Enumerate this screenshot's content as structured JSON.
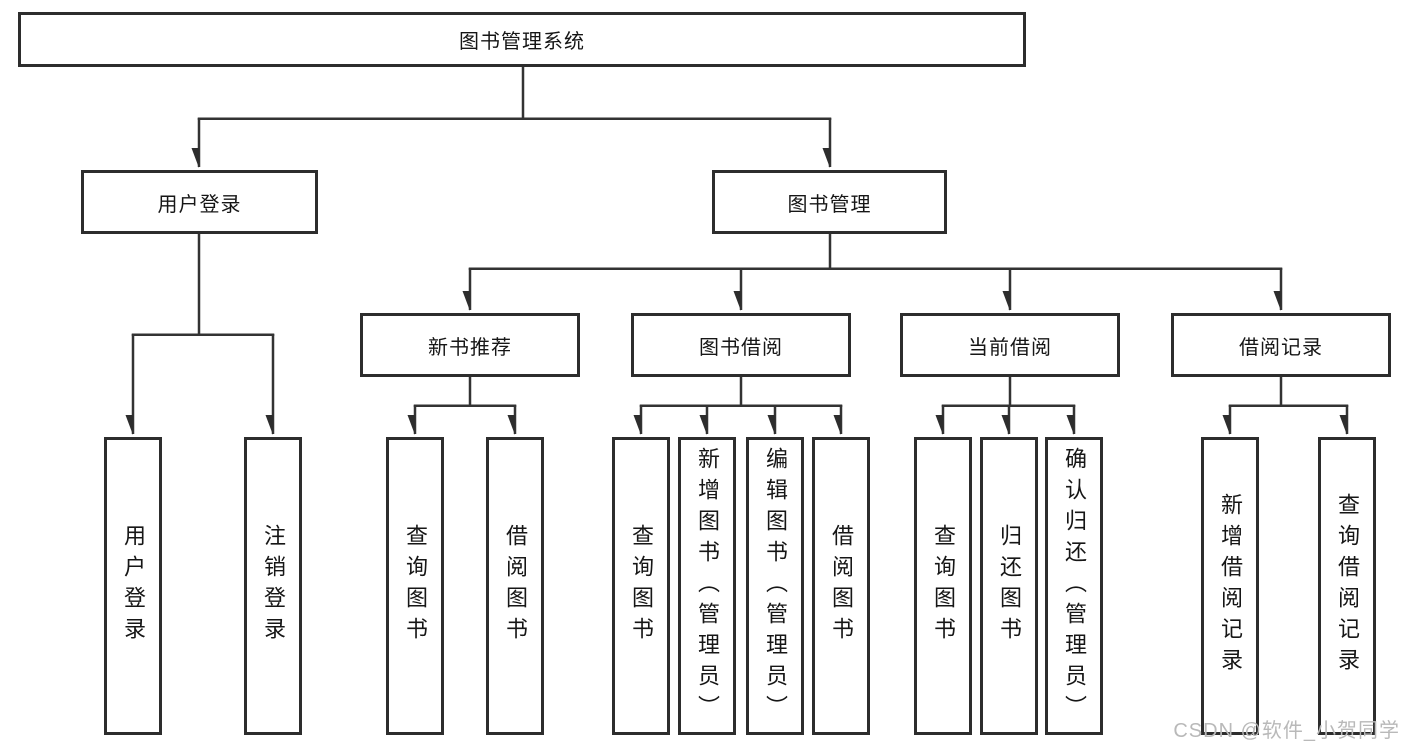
{
  "diagram": {
    "root": "图书管理系统",
    "branches": [
      {
        "label": "用户登录",
        "children": [
          "用户登录",
          "注销登录"
        ]
      },
      {
        "label": "图书管理",
        "groups": [
          {
            "label": "新书推荐",
            "children": [
              "查询图书",
              "借阅图书"
            ]
          },
          {
            "label": "图书借阅",
            "children": [
              "查询图书",
              "新增图书（管理员）",
              "编辑图书（管理员）",
              "借阅图书"
            ]
          },
          {
            "label": "当前借阅",
            "children": [
              "查询图书",
              "归还图书",
              "确认归还（管理员）"
            ]
          },
          {
            "label": "借阅记录",
            "children": [
              "新增借阅记录",
              "查询借阅记录"
            ]
          }
        ]
      }
    ]
  },
  "colors": {
    "box_border": "#2d2d2d",
    "line": "#333333",
    "text": "#161616",
    "watermark": "#b9b9b9",
    "background": "#ffffff"
  },
  "watermark": "CSDN @软件_小贺同学"
}
